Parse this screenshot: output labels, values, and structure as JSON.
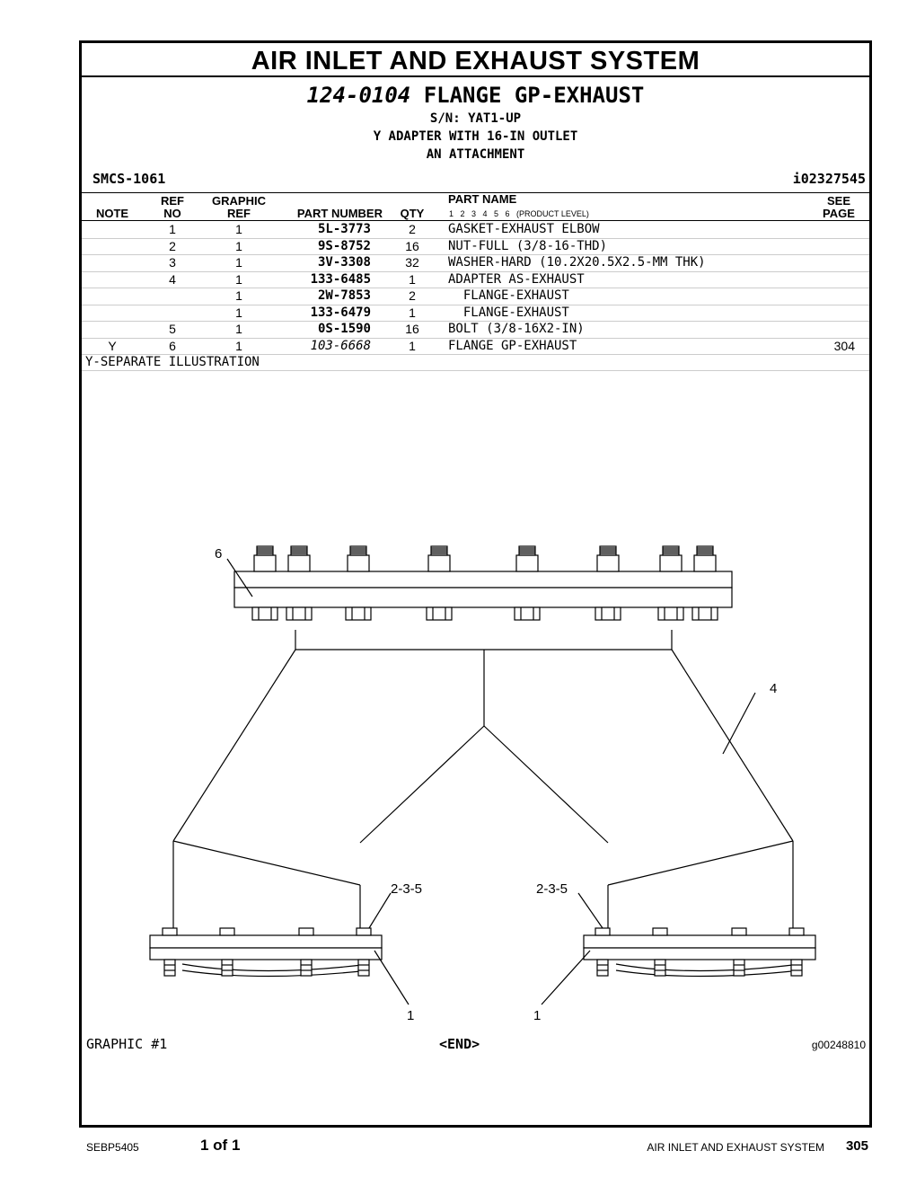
{
  "header": {
    "section_title": "AIR INLET AND EXHAUST SYSTEM",
    "group_number": "124-0104",
    "group_name": "FLANGE GP-EXHAUST",
    "serial": "S/N: YAT1-UP",
    "desc1": "Y ADAPTER WITH 16-IN OUTLET",
    "desc2": "AN ATTACHMENT",
    "smcs": "SMCS-1061",
    "illustration_id": "i02327545"
  },
  "columns": {
    "note": "NOTE",
    "ref": "REF",
    "no": "NO",
    "graphic": "GRAPHIC",
    "graphic_ref": "REF",
    "part_number": "PART NUMBER",
    "qty": "QTY",
    "part_name": "PART NAME",
    "levels": "1   2   3   4   5   6   (PRODUCT LEVEL)",
    "see": "SEE",
    "page": "PAGE"
  },
  "rows": [
    {
      "note": "",
      "ref": "1",
      "graphic": "1",
      "part": "5L-3773",
      "qty": "2",
      "name": "GASKET-EXHAUST ELBOW",
      "see": ""
    },
    {
      "note": "",
      "ref": "2",
      "graphic": "1",
      "part": "9S-8752",
      "qty": "16",
      "name": "NUT-FULL (3/8-16-THD)",
      "see": ""
    },
    {
      "note": "",
      "ref": "3",
      "graphic": "1",
      "part": "3V-3308",
      "qty": "32",
      "name": "WASHER-HARD (10.2X20.5X2.5-MM THK)",
      "see": ""
    },
    {
      "note": "",
      "ref": "4",
      "graphic": "1",
      "part": "133-6485",
      "qty": "1",
      "name": "ADAPTER AS-EXHAUST",
      "see": ""
    },
    {
      "note": "",
      "ref": "",
      "graphic": "1",
      "part": "2W-7853",
      "qty": "2",
      "name": "  FLANGE-EXHAUST",
      "see": ""
    },
    {
      "note": "",
      "ref": "",
      "graphic": "1",
      "part": "133-6479",
      "qty": "1",
      "name": "  FLANGE-EXHAUST",
      "see": ""
    },
    {
      "note": "",
      "ref": "5",
      "graphic": "1",
      "part": "0S-1590",
      "qty": "16",
      "name": "BOLT (3/8-16X2-IN)",
      "see": ""
    },
    {
      "note": "Y",
      "ref": "6",
      "graphic": "1",
      "part": "103-6668",
      "qty": "1",
      "name": "FLANGE GP-EXHAUST",
      "see": "304"
    }
  ],
  "footnote": "Y-SEPARATE ILLUSTRATION",
  "callouts": {
    "c6": "6",
    "c4": "4",
    "c235a": "2-3-5",
    "c235b": "2-3-5",
    "c1a": "1",
    "c1b": "1"
  },
  "graphic_label": "GRAPHIC #1",
  "end_label": "<END>",
  "graphic_number": "g00248810",
  "footer": {
    "doc": "SEBP5405",
    "page_of": "1 of 1",
    "section": "AIR INLET AND EXHAUST SYSTEM",
    "page": "305"
  }
}
